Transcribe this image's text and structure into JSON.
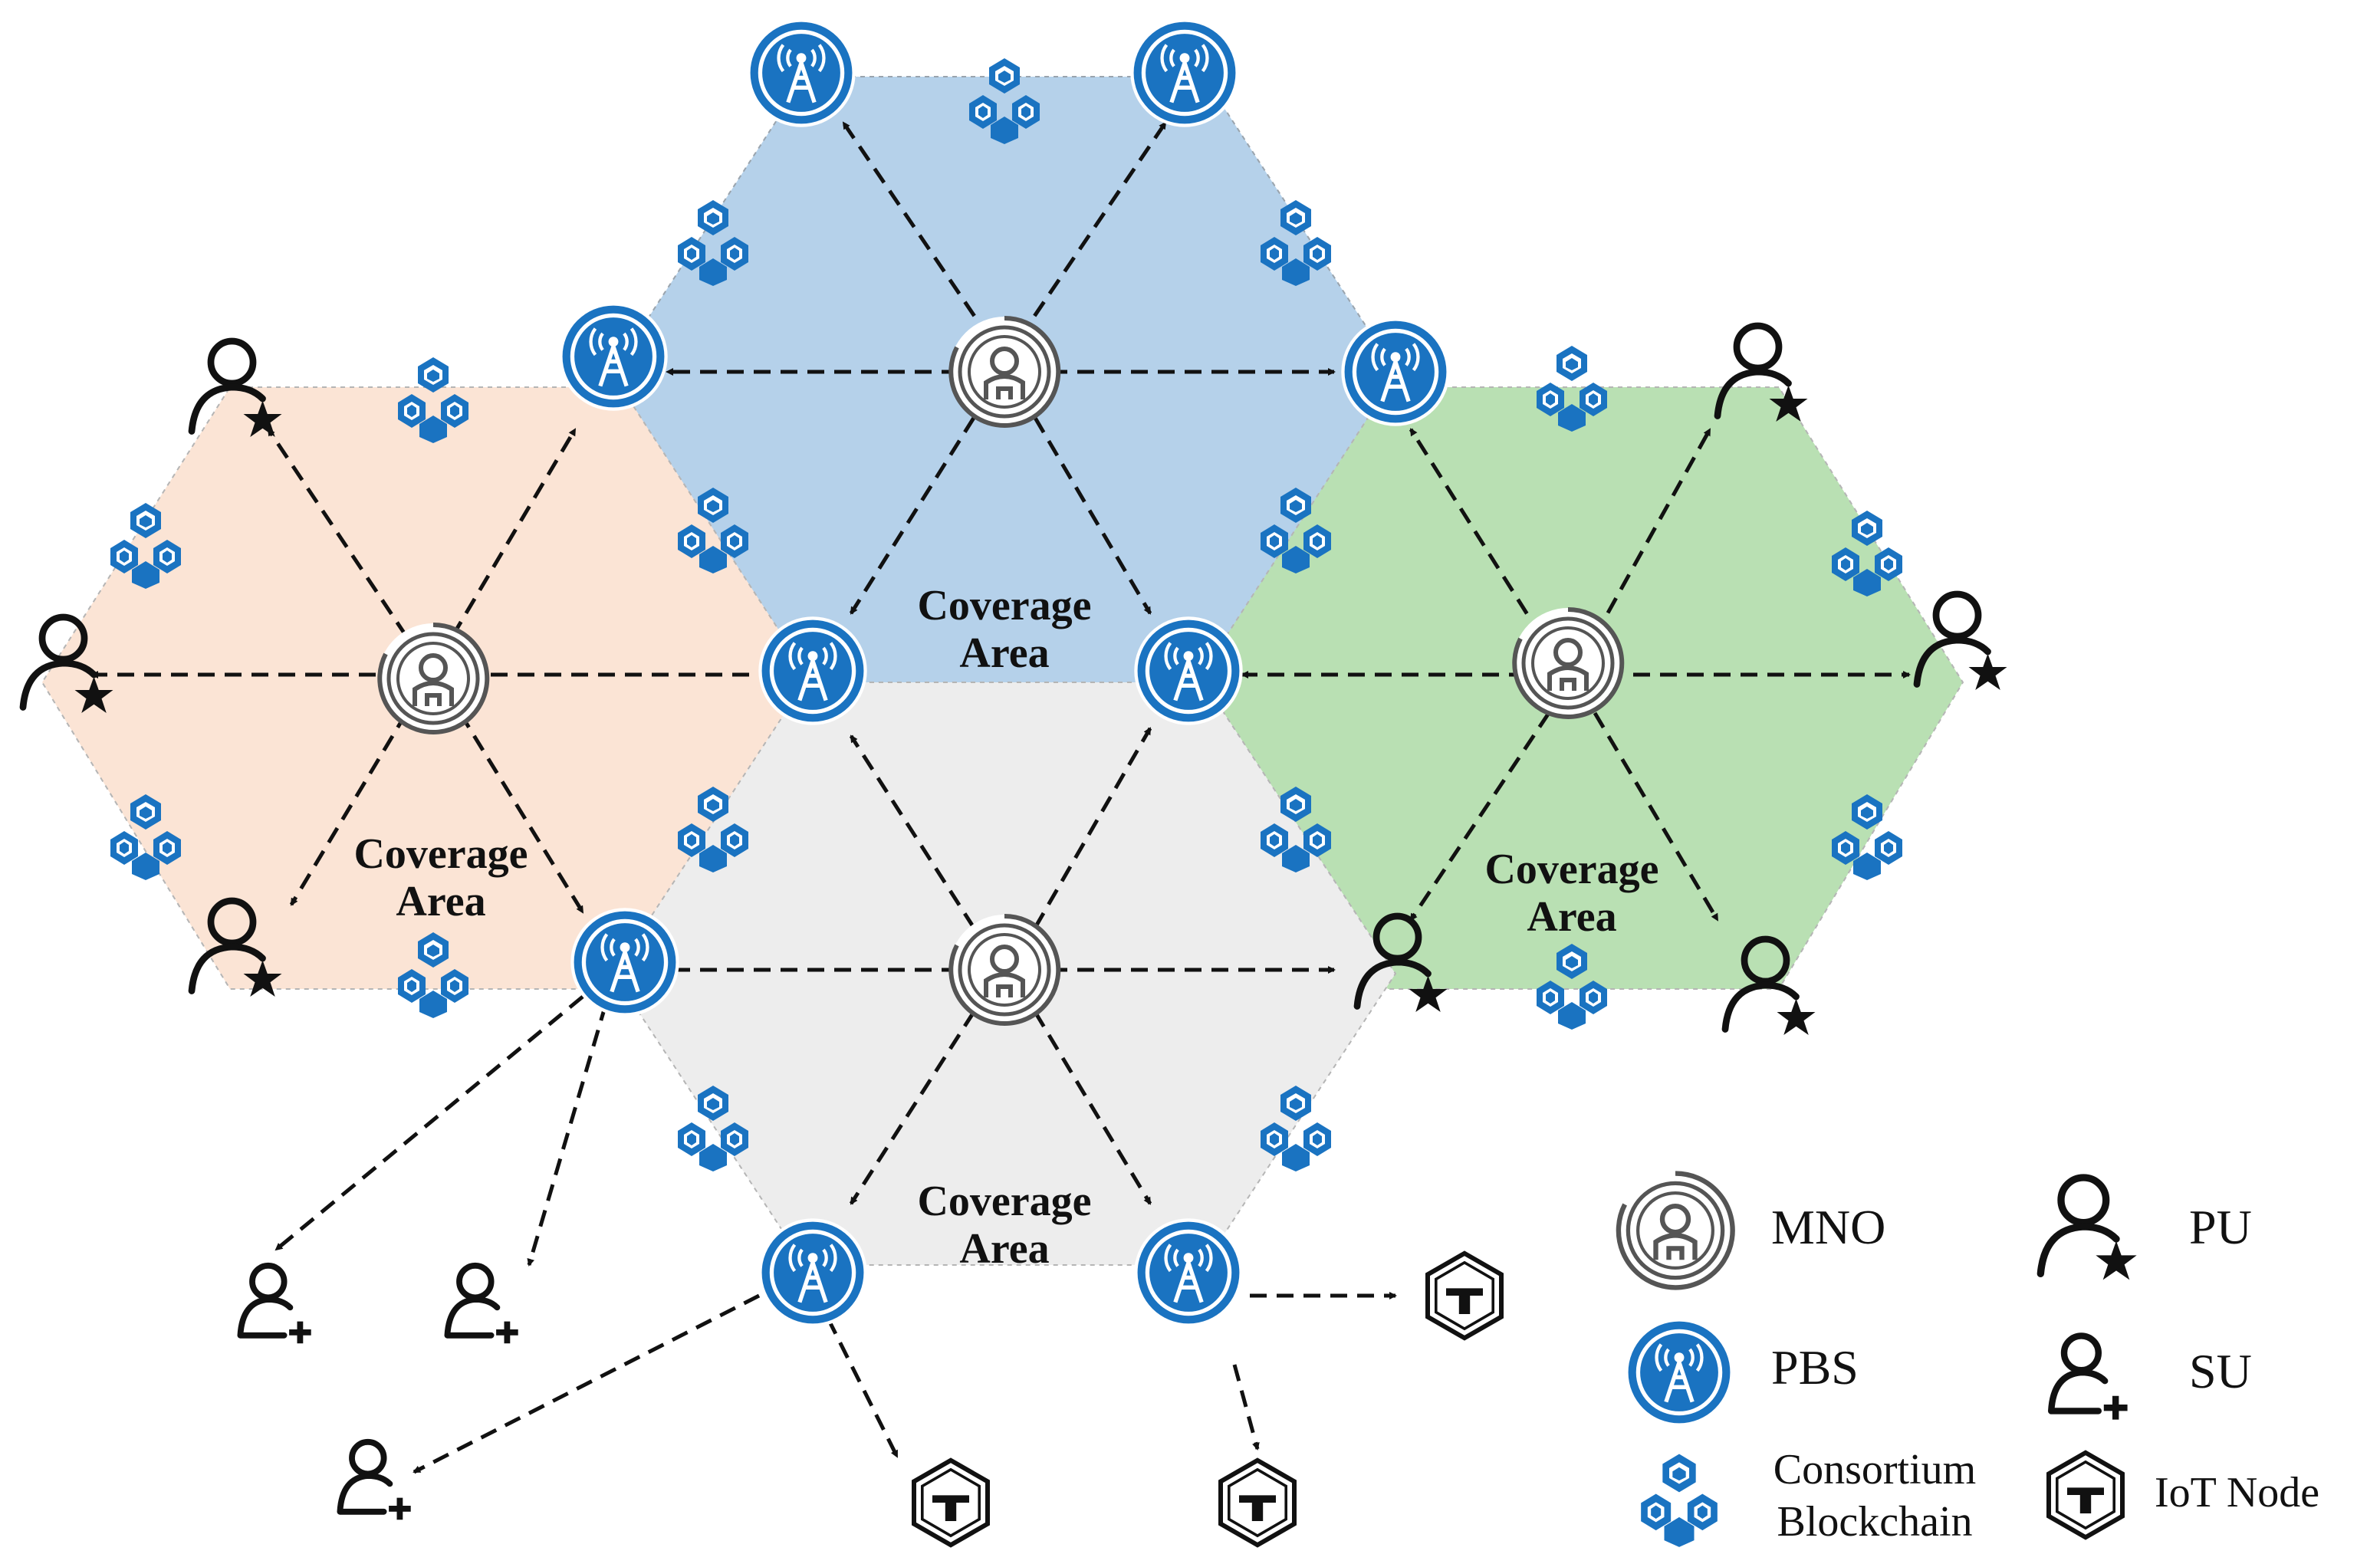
{
  "diagram": {
    "coverage_label_line1": "Coverage",
    "coverage_label_line2": "Area",
    "colors": {
      "cell_blue": "#b5d1ea",
      "cell_orange": "#fbe4d5",
      "cell_green": "#b9e0b3",
      "cell_gray": "#ededed",
      "icon_blue": "#1a73c1",
      "mno_gray": "#555555"
    }
  },
  "legend": {
    "mno": "MNO",
    "pbs": "PBS",
    "blockchain_line1": "Consortium",
    "blockchain_line2": "Blockchain",
    "pu": "PU",
    "su": "SU",
    "iot": "IoT Node"
  },
  "icons": {
    "mno": "mno-icon",
    "pbs": "pbs-tower-icon",
    "blockchain": "consortium-blockchain-icon",
    "pu": "primary-user-icon",
    "su": "secondary-user-icon",
    "iot": "iot-node-icon"
  }
}
